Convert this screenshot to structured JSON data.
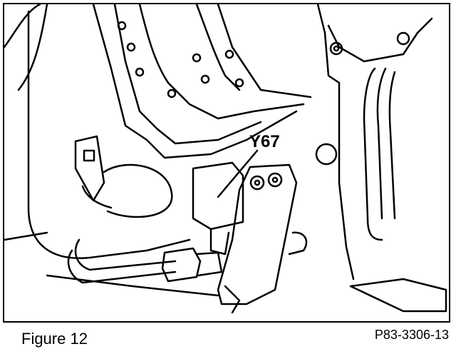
{
  "figure": {
    "caption": "Figure 12",
    "reference": "P83-3306-13"
  },
  "illustration": {
    "callouts": [
      {
        "label": "Y67"
      }
    ]
  }
}
